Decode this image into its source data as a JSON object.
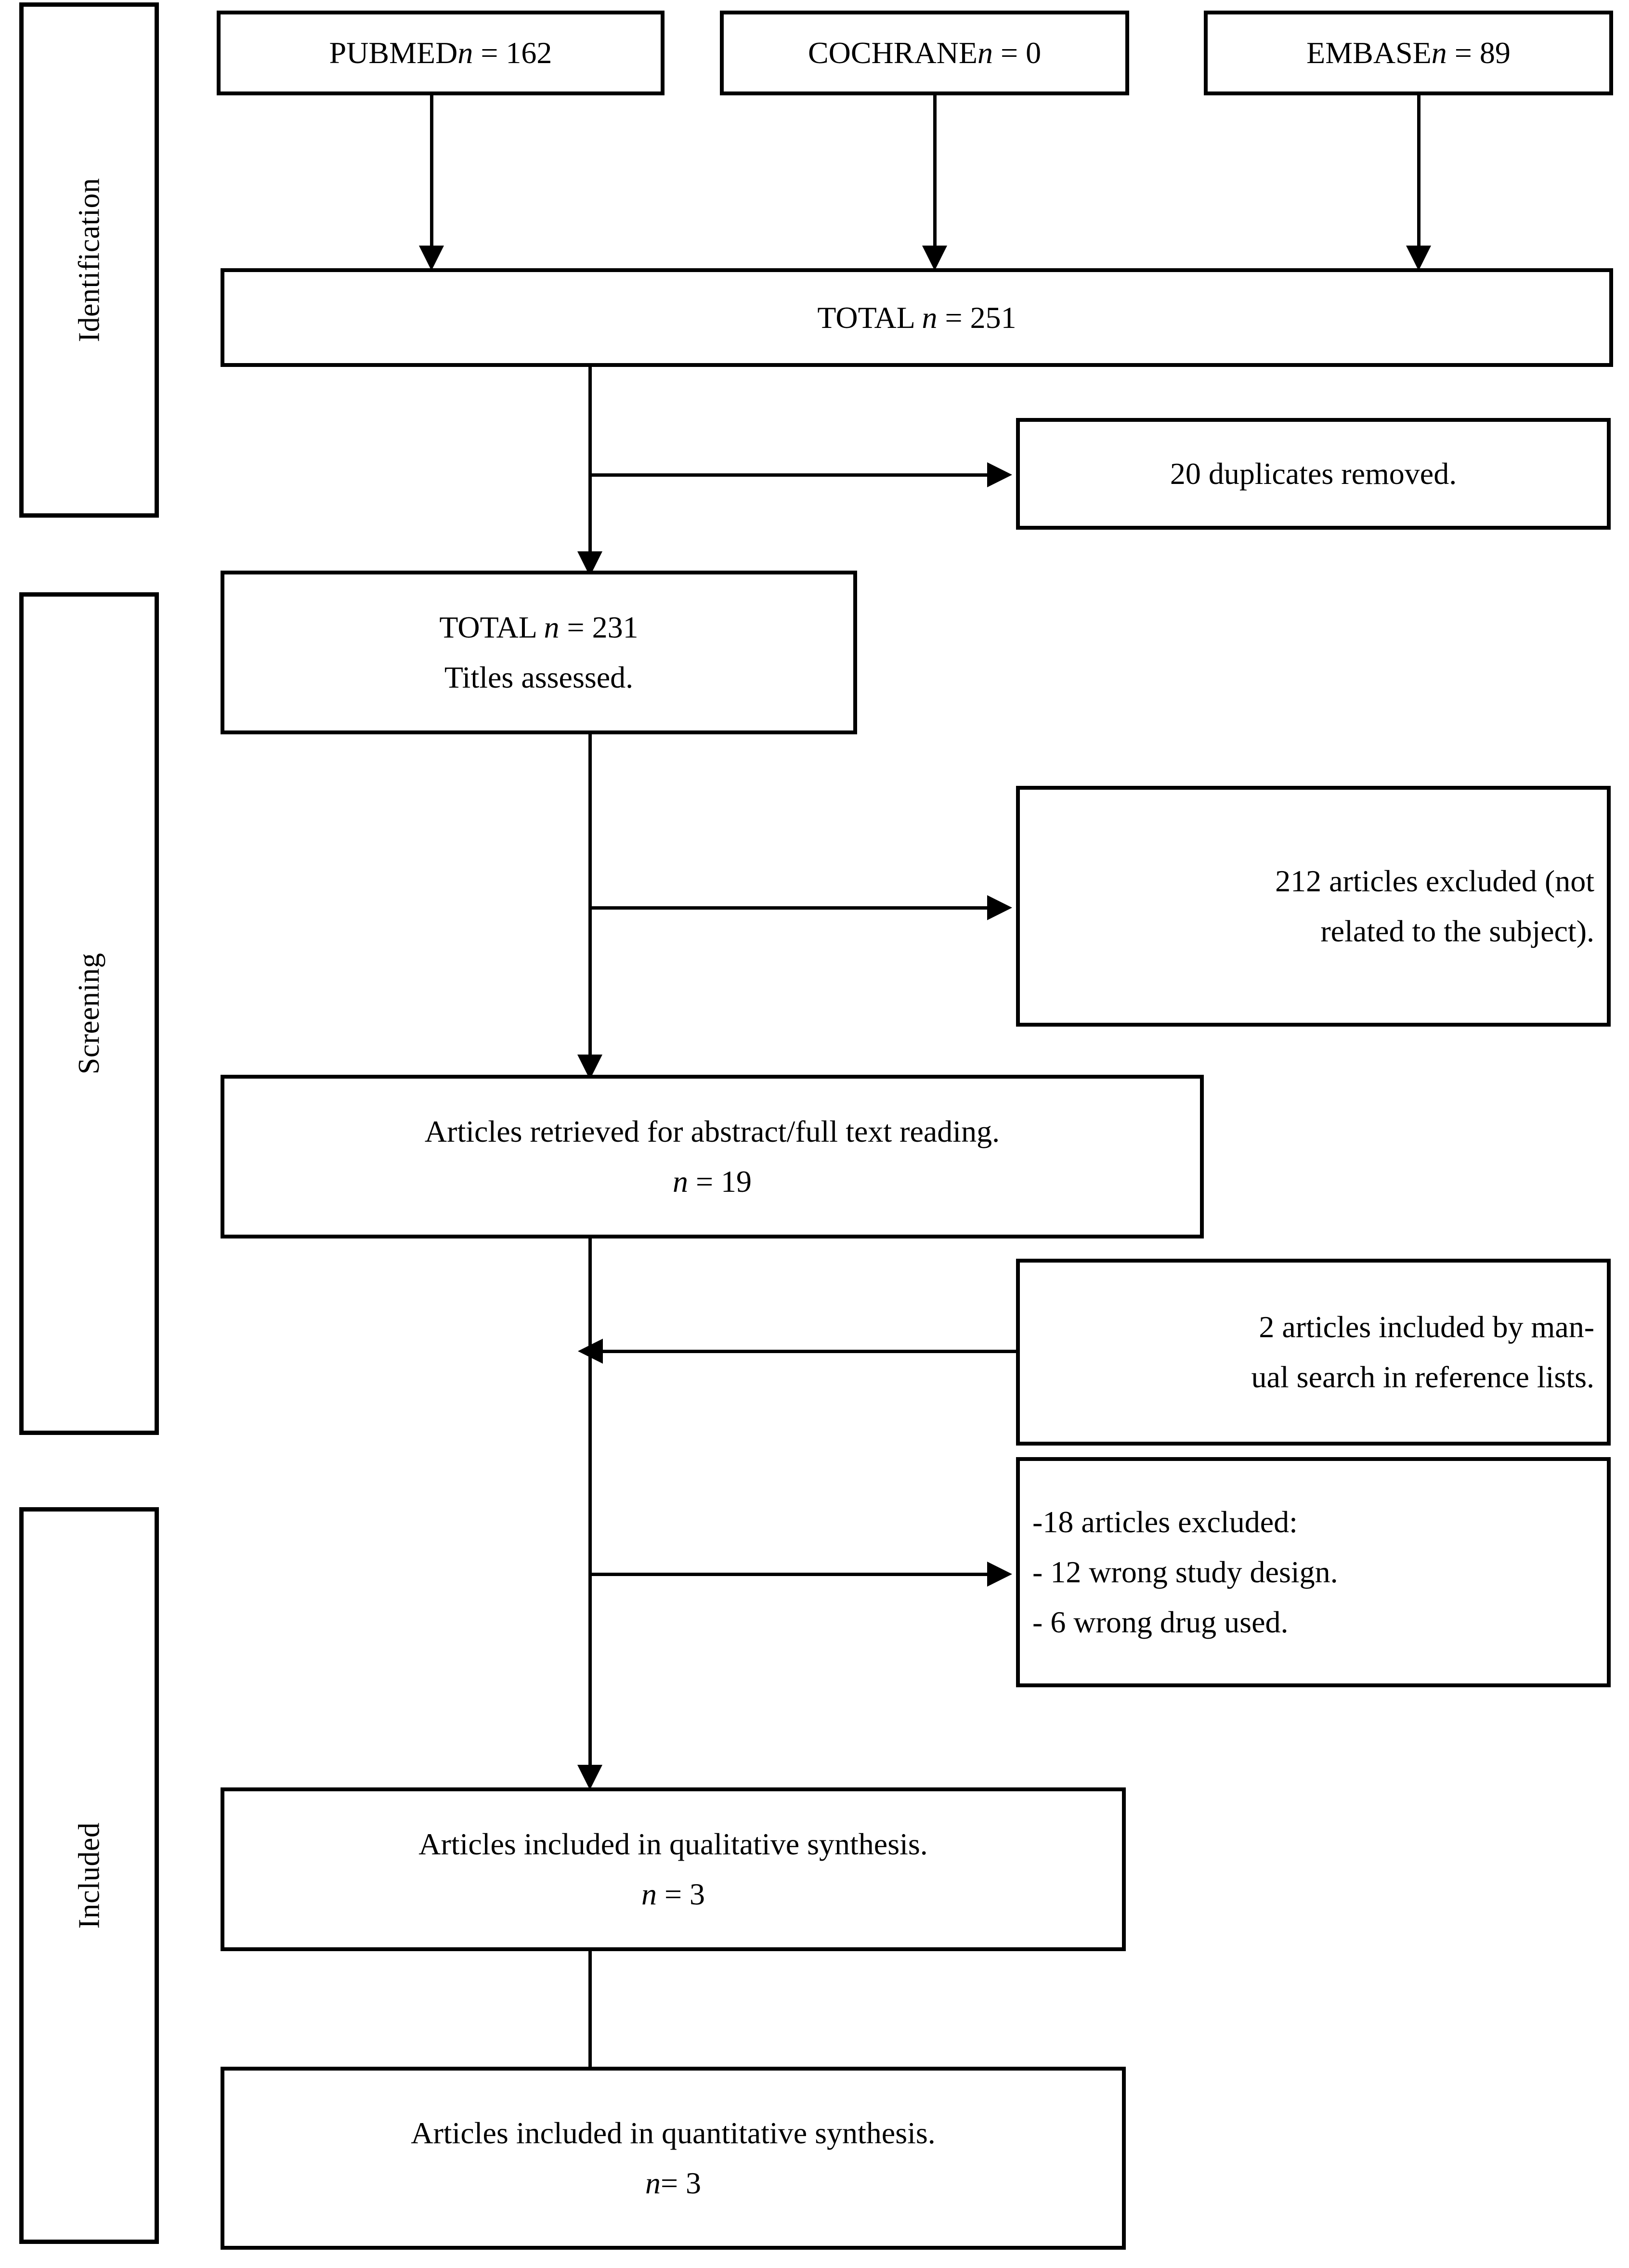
{
  "diagram": {
    "type": "prisma-flow-diagram",
    "stages": [
      {
        "id": "identification",
        "label": "Identification"
      },
      {
        "id": "screening",
        "label": "Screening"
      },
      {
        "id": "included",
        "label": "Included"
      }
    ],
    "sources": [
      {
        "id": "pubmed",
        "name": "PUBMED",
        "n_prefix": "n",
        "eq": " = ",
        "n": "162",
        "text": "PUBMED n = 162"
      },
      {
        "id": "cochrane",
        "name": "COCHRANE",
        "n_prefix": "n",
        "eq": " = ",
        "n": "0",
        "text": "COCHRANE n = 0"
      },
      {
        "id": "embase",
        "name": "EMBASE",
        "n_prefix": "n",
        "eq": " = ",
        "n": "89",
        "text": "EMBASE n = 89"
      }
    ],
    "nodes": {
      "total_251": {
        "label": "TOTAL",
        "n_prefix": "n",
        "eq": " = ",
        "n": "251"
      },
      "duplicates_removed": {
        "line1": "20 duplicates removed."
      },
      "total_231": {
        "label": "TOTAL",
        "n_prefix": "n",
        "eq": " = ",
        "n": "231",
        "line2": "Titles assessed."
      },
      "excluded_212": {
        "line1": "212 articles excluded (not",
        "line2": "related to the subject)."
      },
      "retrieved_19": {
        "line1": "Articles retrieved for abstract/full text reading.",
        "n_prefix": "n",
        "eq": " = ",
        "n": "19"
      },
      "manual_search_2": {
        "line1": "2 articles included by man-",
        "line2": "ual search in reference lists."
      },
      "excluded_18": {
        "line1": "-18 articles excluded:",
        "line2": "- 12 wrong study design.",
        "line3": "- 6 wrong drug used."
      },
      "qualitative_3": {
        "line1": "Articles included in qualitative synthesis.",
        "n_prefix": "n",
        "eq": " = ",
        "n": "3"
      },
      "quantitative_3": {
        "line1": "Articles included in quantitative synthesis.",
        "n_prefix": "n",
        "eq": "= ",
        "n": "3"
      }
    },
    "colors": {
      "line": "#000000",
      "box_fill": "#ffffff",
      "text": "#000000"
    }
  }
}
